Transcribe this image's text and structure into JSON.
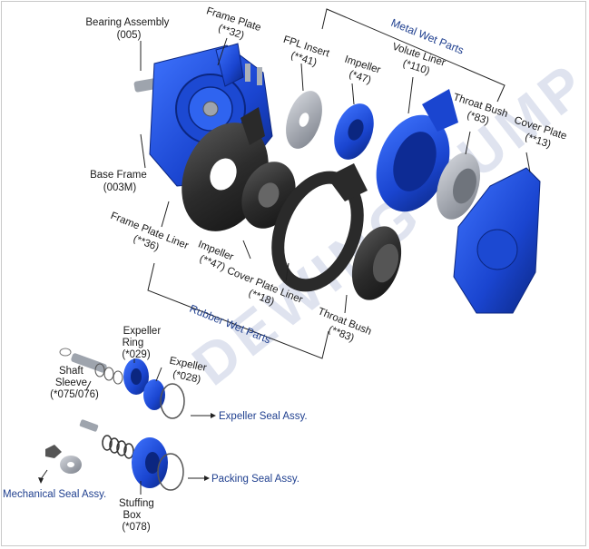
{
  "watermark": "DEWING PUMP",
  "groups": {
    "metal": "Metal Wet Parts",
    "rubber": "Rubber Wet Parts"
  },
  "labels": {
    "bearing_assembly": [
      "Bearing Assembly",
      "(005)"
    ],
    "frame_plate": [
      "Frame Plate",
      "(**32)"
    ],
    "fpl_insert": [
      "FPL Insert",
      "(**41)"
    ],
    "impeller_metal": [
      "Impeller",
      "(*47)"
    ],
    "volute_liner": [
      "Volute Liner",
      "(*110)"
    ],
    "throat_bush_metal": [
      "Throat Bush",
      "(*83)"
    ],
    "cover_plate": [
      "Cover Plate",
      "(**13)"
    ],
    "base_frame": [
      "Base Frame",
      "(003M)"
    ],
    "frame_plate_liner": [
      "Frame Plate Liner",
      "(**36)"
    ],
    "impeller_rubber": [
      "Impeller",
      "(**47)"
    ],
    "cover_plate_liner": [
      "Cover Plate Liner",
      "(**18)"
    ],
    "throat_bush_rubber": [
      "Throat Bush",
      "(**83)"
    ],
    "expeller_ring": [
      "Expeller",
      "Ring",
      "(*029)"
    ],
    "expeller": [
      "Expeller",
      "(*028)"
    ],
    "shaft_sleeve": [
      "Shaft",
      "Sleeve",
      "(*075/076)"
    ],
    "stuffing_box": [
      "Stuffing",
      "Box",
      "(*078)"
    ]
  },
  "assemblies": {
    "expeller_seal": "Expeller Seal Assy.",
    "packing_seal": "Packing Seal Assy.",
    "mechanical_seal": "Mechanical Seal Assy."
  },
  "colors": {
    "blue_part": "#1f4fd8",
    "dark_blue": "#0c2a8a",
    "rubber": "#2e2e2e",
    "metal_grey": "#8a8f99",
    "label_blue": "#1f3f8f"
  }
}
